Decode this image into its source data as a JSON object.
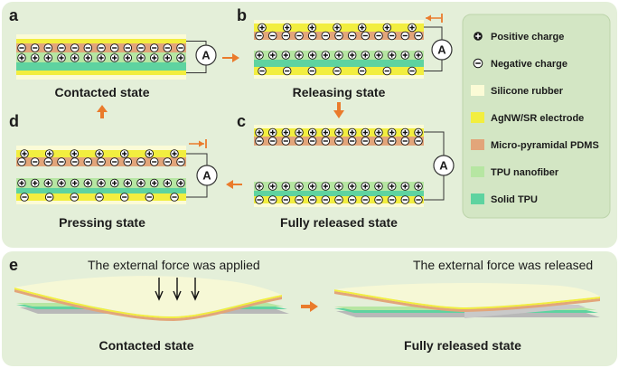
{
  "panel_labels": {
    "a": "a",
    "b": "b",
    "c": "c",
    "d": "d",
    "e": "e"
  },
  "states": {
    "a": "Contacted state",
    "b": "Releasing state",
    "c": "Fully released state",
    "d": "Pressing state"
  },
  "ammeter_symbol": "A",
  "legend": [
    {
      "label": "Positive charge",
      "symbol": "plus"
    },
    {
      "label": "Negative charge",
      "symbol": "minus"
    },
    {
      "label": "Silicone rubber",
      "color": "#fbfbd6"
    },
    {
      "label": "AgNW/SR electrode",
      "color": "#f2ee3f"
    },
    {
      "label": "Micro-pyramidal PDMS",
      "color": "#e2a57a"
    },
    {
      "label": "TPU nanofiber",
      "color": "#b6e6a2"
    },
    {
      "label": "Solid TPU",
      "color": "#5ed3a0"
    }
  ],
  "bottom": {
    "force_applied": "The external force was applied",
    "force_released": "The external force was released",
    "left_state": "Contacted state",
    "right_state": "Fully released state"
  },
  "colors": {
    "panel_bg": "#e4efd9",
    "silicone": "#fbfbd6",
    "electrode": "#f2ee3f",
    "pdms": "#e2a57a",
    "tpu_nanofiber": "#b6e6a2",
    "solid_tpu": "#5ed3a0",
    "arrow": "#ea7b2c"
  }
}
